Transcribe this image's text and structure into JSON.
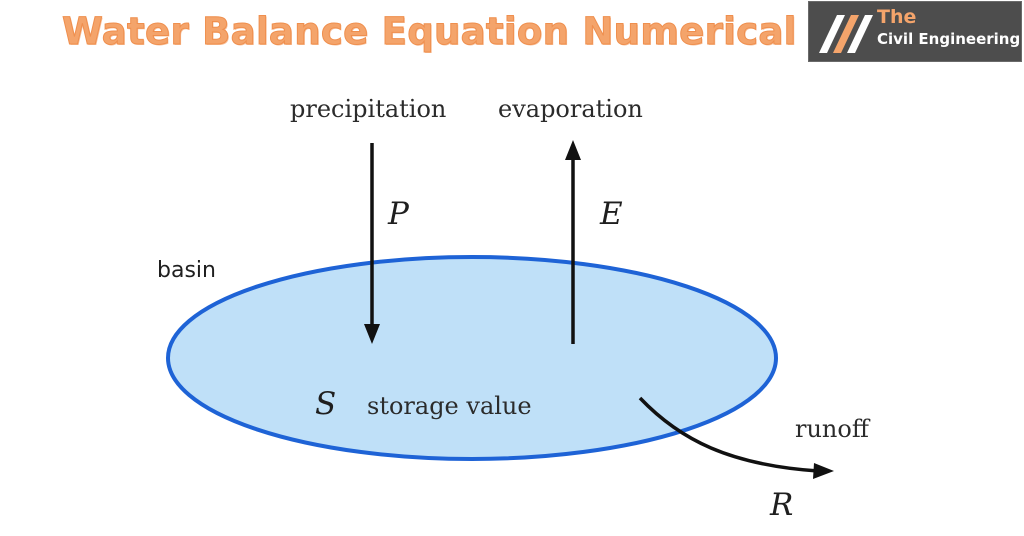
{
  "header": {
    "title": "Water Balance Equation Numerical",
    "logo_line1": "The",
    "logo_line2": "Civil Engineering"
  },
  "diagram": {
    "precipitation_label": "precipitation",
    "precipitation_symbol": "P",
    "evaporation_label": "evaporation",
    "evaporation_symbol": "E",
    "basin_label": "basin",
    "storage_symbol": "S",
    "storage_label": "storage value",
    "runoff_label": "runoff",
    "runoff_symbol": "R"
  },
  "colors": {
    "title": "#f4a46b",
    "basin_fill": "#bfe0f8",
    "basin_stroke": "#1e63d6",
    "logo_bg": "#4d4d4d"
  }
}
